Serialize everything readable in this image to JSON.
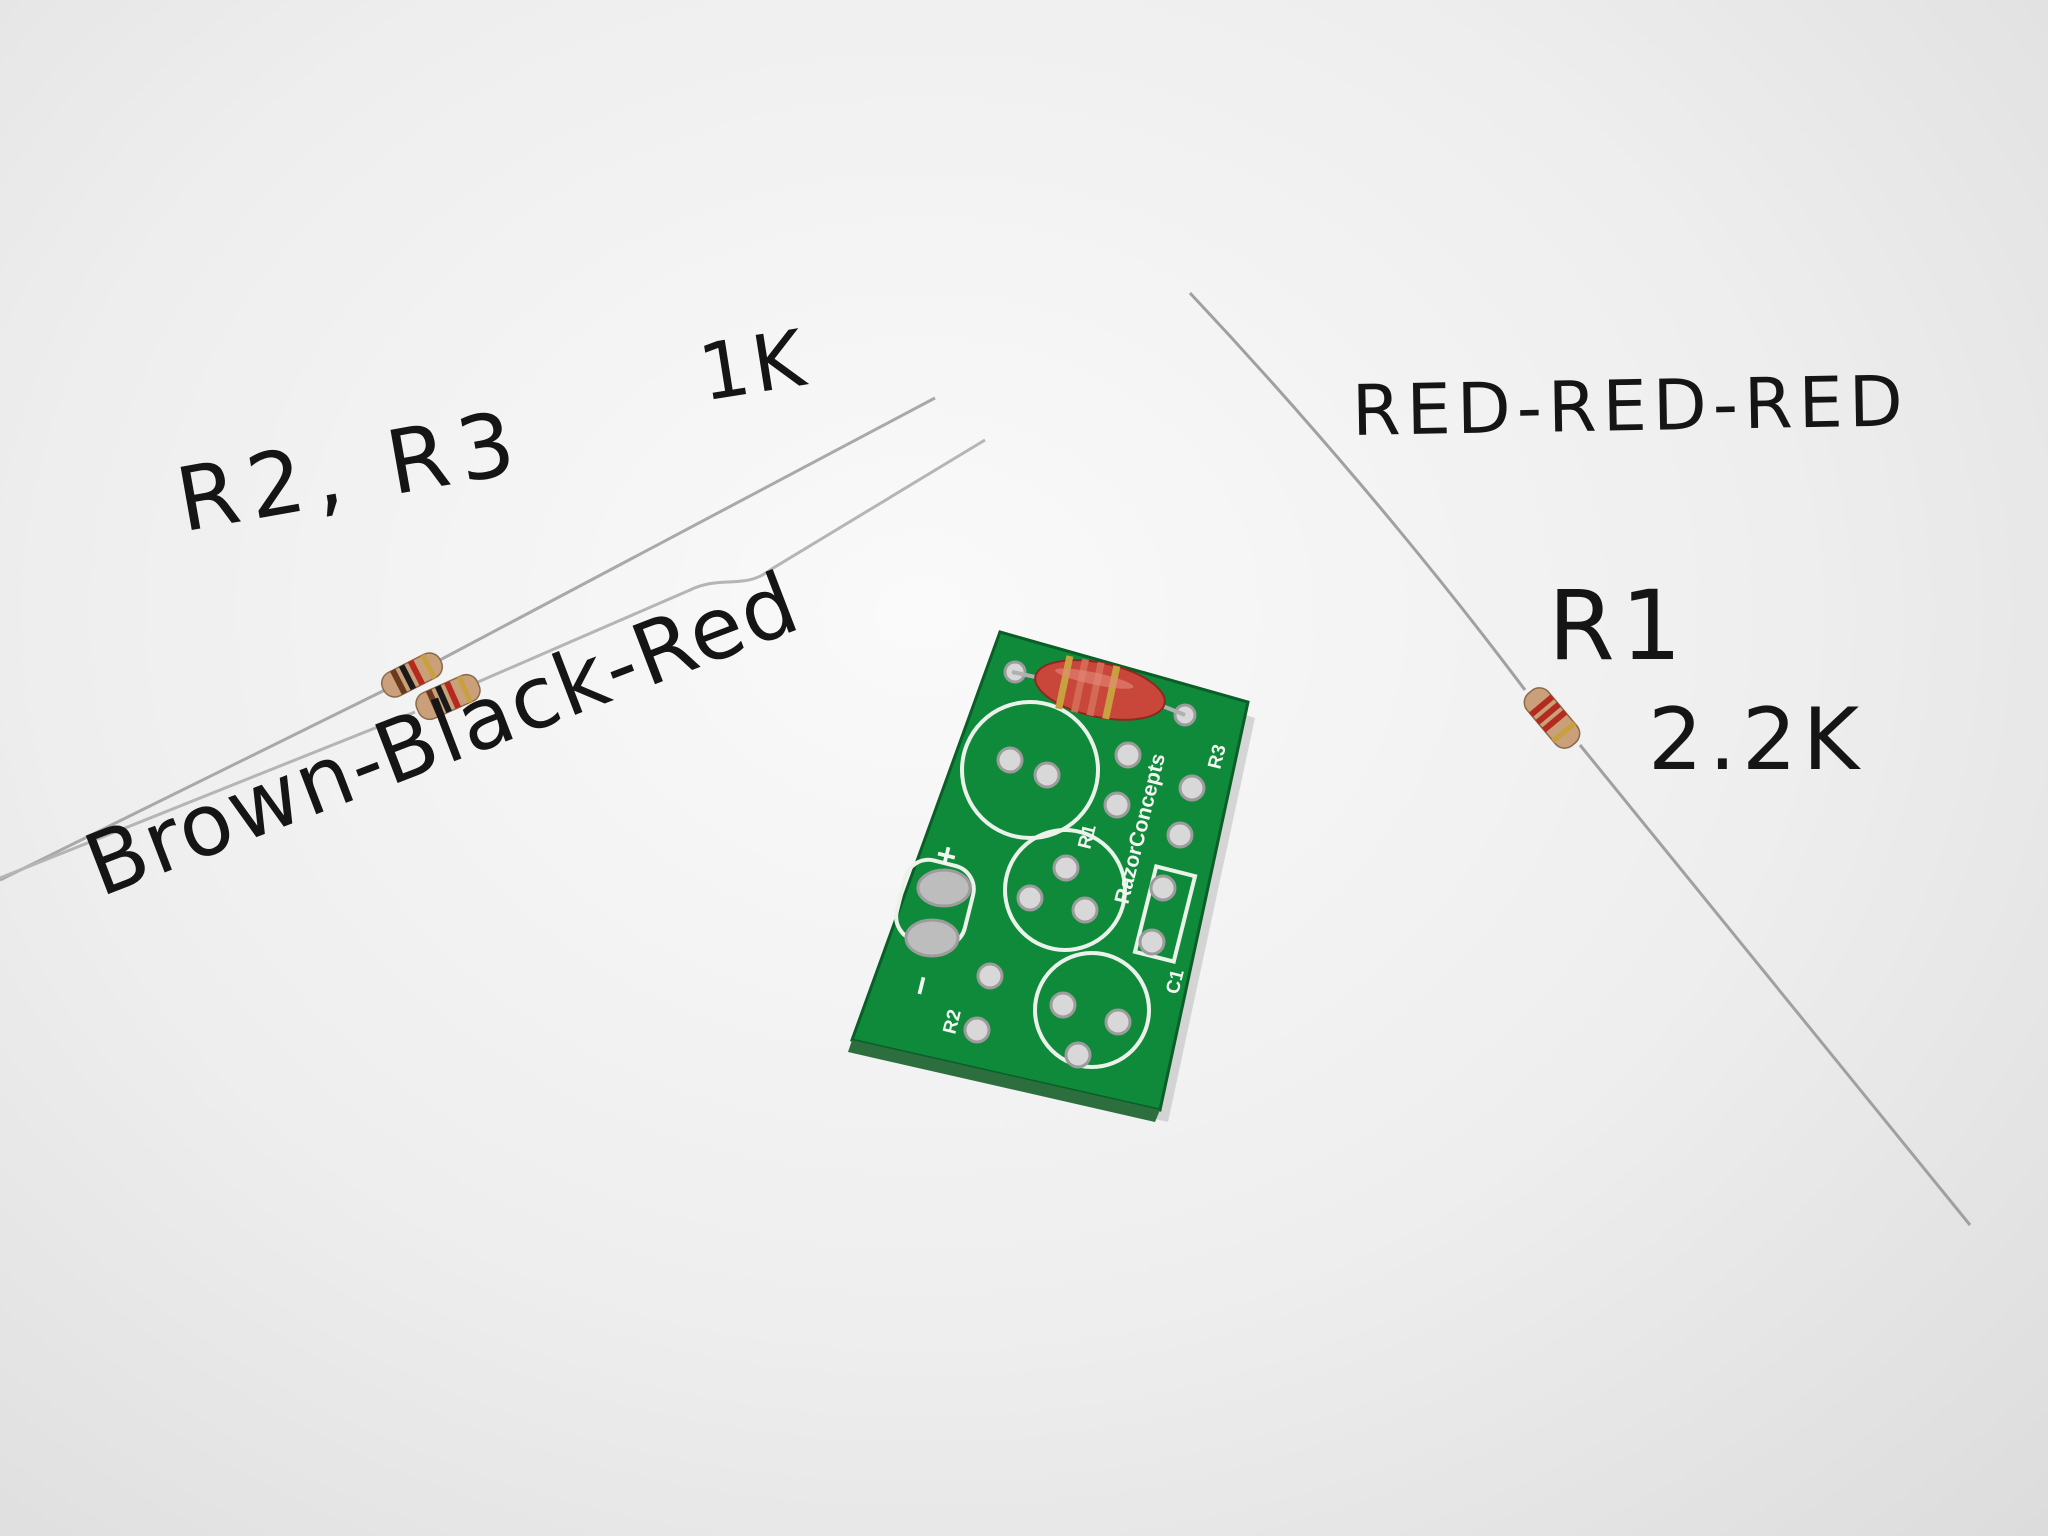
{
  "labels": {
    "value_1k": "1K",
    "refs_r2_r3": "R2, R3",
    "code_brown_black_red": "Brown-Black-Red",
    "code_red_red_red": "RED-RED-RED",
    "ref_r1": "R1",
    "value_2_2k": "2.2K"
  },
  "pcb": {
    "brand": "RazorConcepts",
    "silk_r1": "R1",
    "silk_r2": "R2",
    "silk_r3": "R3",
    "silk_c1": "C1",
    "silk_plus": "+",
    "silk_minus": "−"
  },
  "colors": {
    "paper": "#f2f2f2",
    "ink": "#151515",
    "pcb_green": "#0f8a3a",
    "resistor_body": "#c9a07a",
    "inductor_body": "#c9473a",
    "band_brown": "#6b3a1e",
    "band_black": "#1a1a1a",
    "band_red": "#b42a1e",
    "band_gold": "#c8a040"
  }
}
